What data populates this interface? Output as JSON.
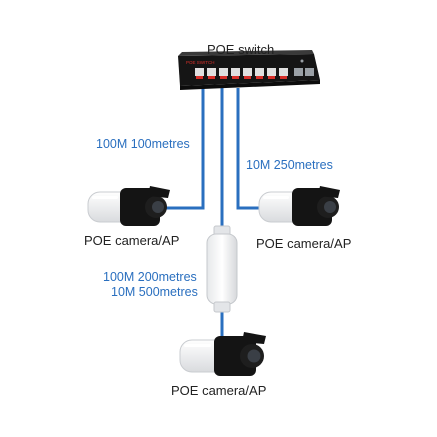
{
  "diagram": {
    "switch_label": "POE switch",
    "switch_panel_text": "POE SWITCH",
    "link_left": "100M 100metres",
    "link_right": "10M 250metres",
    "extender_link_line1": "100M 200metres",
    "extender_link_line2": "10M 500metres",
    "camera_left_label": "POE camera/AP",
    "camera_right_label": "POE camera/AP",
    "camera_bottom_label": "POE camera/AP"
  },
  "colors": {
    "cable": "#2a6fbf",
    "switch_body": "#1b1b1b",
    "port_accent": "#d8302a",
    "text": "#222222"
  }
}
